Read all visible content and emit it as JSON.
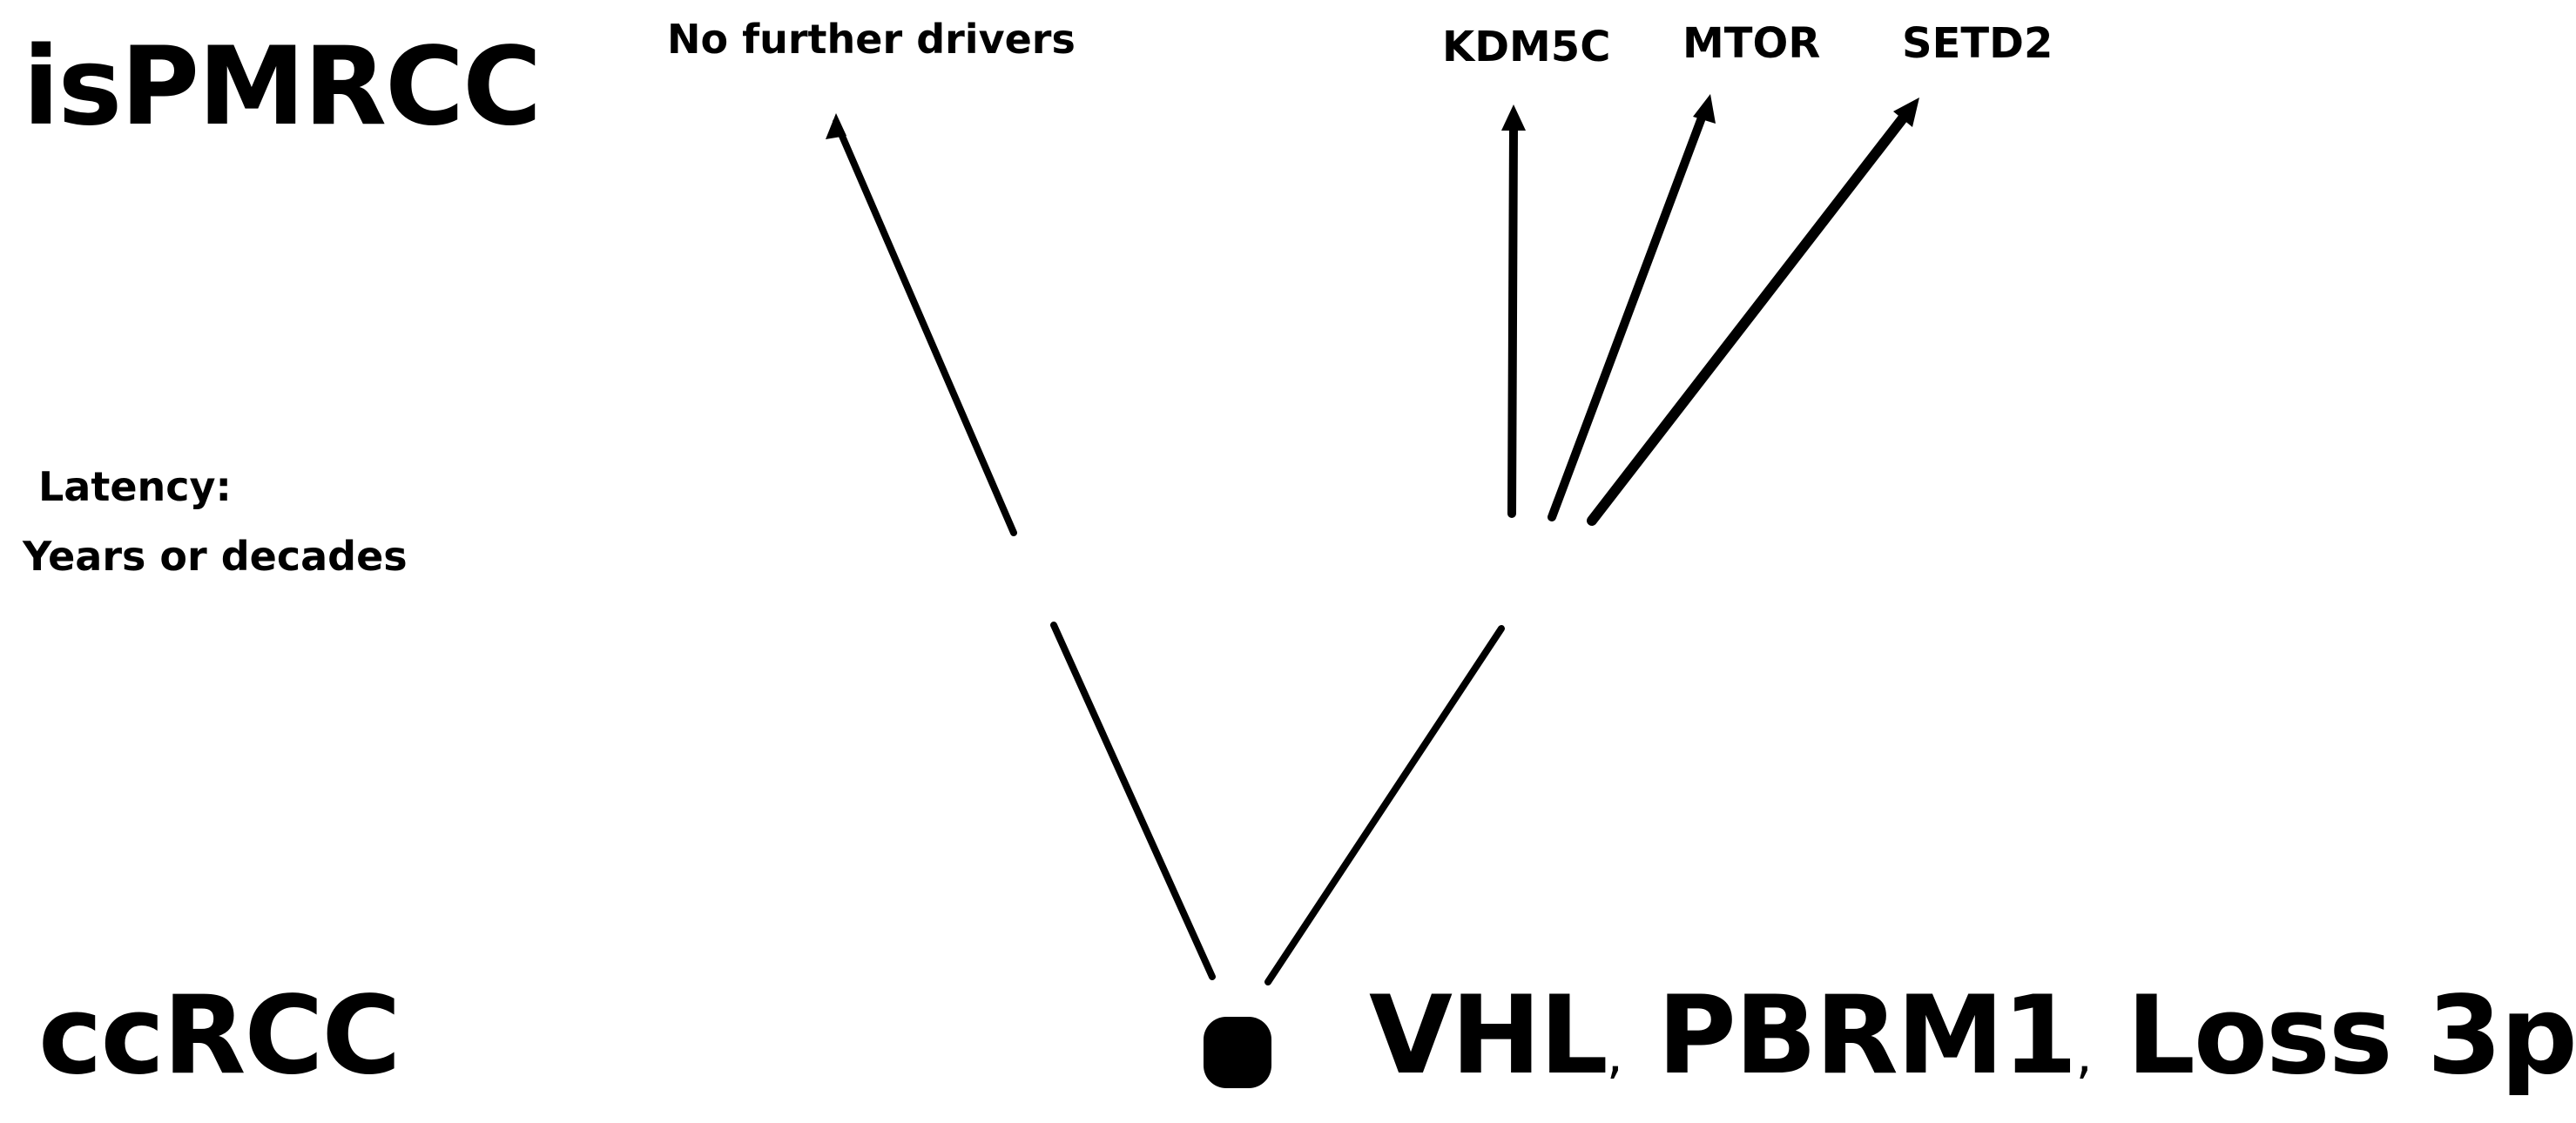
{
  "labels": {
    "top_level": "isPMRCC",
    "bottom_level": "ccRCC",
    "latency_line1": "Latency:",
    "latency_line2": "Years or decades",
    "left_branch": "No further drivers",
    "right_branch_1": "KDM5C",
    "right_branch_2": "MTOR",
    "right_branch_3": "SETD2",
    "truncal_driver_1": "VHL",
    "truncal_sep_1": ",",
    "truncal_driver_2": "PBRM1",
    "truncal_sep_2": ",",
    "truncal_driver_3": "Loss 3p"
  },
  "colors": {
    "ink": "#000000",
    "background": "#ffffff"
  }
}
